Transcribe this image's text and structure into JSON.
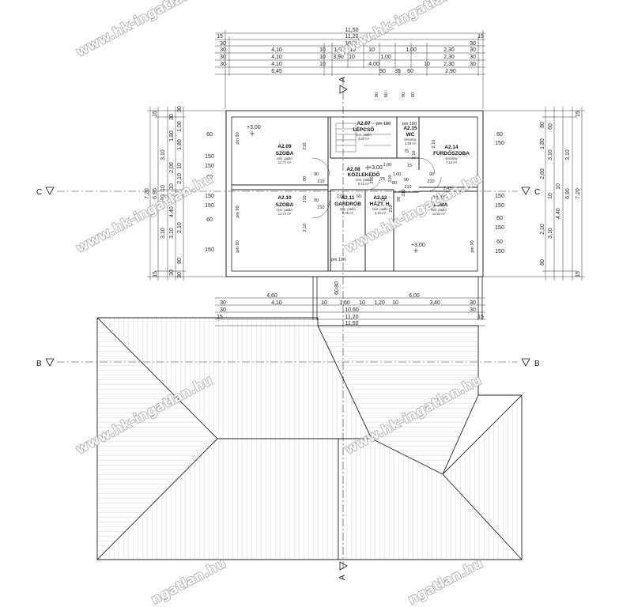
{
  "top_dimensions": {
    "row1": [
      "11,50"
    ],
    "row2": [
      "15",
      "11,20",
      "15"
    ],
    "row3": [
      "30",
      "10,90",
      "30"
    ],
    "row4": [
      "30",
      "4,10",
      "10",
      "1,00",
      "10",
      "70",
      "10",
      "1,00",
      "10",
      "1,00",
      "10",
      "2,30",
      "30"
    ],
    "row5": [
      "30",
      "4,10",
      "10",
      "3,90",
      "10",
      "1,00",
      "10",
      "2,30",
      "30"
    ],
    "row6": [
      "30",
      "4,10",
      "10",
      "4,00",
      "10",
      "2,30",
      "30"
    ],
    "row7": [
      "6,45",
      "90",
      "35",
      "60",
      "2,90"
    ],
    "row6b": [
      "90",
      "60",
      "90",
      "60"
    ]
  },
  "left_dimensions": {
    "outer": [
      "7,20"
    ],
    "mid": [
      "6,90",
      "15",
      "15"
    ],
    "inner1": [
      "3,10",
      "10",
      "10",
      "3,10"
    ],
    "inner2": [
      "30",
      "1,80",
      "2,00",
      "10",
      "4,40",
      "3,10",
      "30"
    ],
    "inner3": [
      "30",
      "1,00",
      "1,80",
      "10",
      "2,10",
      "2,10",
      "80",
      "30"
    ],
    "openings": [
      "60",
      "150",
      "150",
      "60",
      "150",
      "150",
      "60",
      "150"
    ]
  },
  "right_dimensions": {
    "outer": [
      "7,20"
    ],
    "mid": [
      "6,90",
      "15",
      "15"
    ],
    "inner1": [
      "80",
      "1,80",
      "2,60",
      "4,40",
      "3,10",
      "3,10",
      "80"
    ],
    "inner2": [
      "60",
      "3,10",
      "10",
      "2,10",
      "10",
      "6,90"
    ],
    "openings": [
      "60",
      "150",
      "150",
      "60",
      "150",
      "150",
      "60",
      "150"
    ]
  },
  "bottom_dimensions": {
    "row1": [
      "4,60",
      "6,00"
    ],
    "row2": [
      "30",
      "4,10",
      "10",
      "1,60",
      "10",
      "1,20",
      "10",
      "3,40",
      "30"
    ],
    "row3": [
      "30",
      "10,60",
      "30"
    ],
    "row4": [
      "15",
      "11,20",
      "15"
    ],
    "row5": [
      "11,50"
    ],
    "small": [
      "60",
      "80"
    ]
  },
  "rooms": [
    {
      "code": "A2.07",
      "name": "LÉPCSŐ",
      "floor": "lam. padló",
      "area": "4,50 m²"
    },
    {
      "code": "A2.15",
      "name": "WC",
      "floor": "kerámia",
      "area": "1,58 m²"
    },
    {
      "code": "A2.14",
      "name": "FÜRDŐSZOBA",
      "floor": "kerámia",
      "area": "7,13 m²"
    },
    {
      "code": "A2.09",
      "name": "SZOBA",
      "floor": "lam. padló",
      "area": "12,71 m²"
    },
    {
      "code": "A2.08",
      "name": "KÖZLEKEDŐ",
      "floor": "lam. padló",
      "area": "8,41 m²"
    },
    {
      "code": "A2.10",
      "name": "SZOBA",
      "floor": "lam. padló",
      "area": "12,71 m²"
    },
    {
      "code": "A2.11",
      "name": "GARDRÓB",
      "floor": "lam. padló",
      "area": "5,05 m²"
    },
    {
      "code": "A2.12",
      "name": "HÁZT. H.",
      "floor": "lam. padló",
      "area": "2,10 m²"
    },
    {
      "code": "A2.13",
      "name": "SZOBA",
      "floor": "lam. padló",
      "area": "10,54 m²"
    }
  ],
  "levels": [
    "+3,00",
    "+3,00",
    "+3,00"
  ],
  "door_labels": [
    "90",
    "210",
    "90",
    "210",
    "90",
    "210",
    "90",
    "210",
    "90",
    "210",
    "1,00",
    "60",
    "75",
    "210",
    "75",
    "210",
    "80",
    "210",
    "2,10",
    "2,10",
    "1,00",
    "75",
    "15",
    "2,10",
    "1,00",
    "2,43",
    "pm 180",
    "pm 180",
    "pm 90",
    "pm 90",
    "pm 90",
    "pm 90",
    "pm 120",
    "210",
    "210",
    "90"
  ],
  "sections": {
    "a": "A",
    "b": "B",
    "c": "C"
  },
  "watermark": "www.hk-ingatlan.hu",
  "watermark_partial": "ngatlan.hu"
}
